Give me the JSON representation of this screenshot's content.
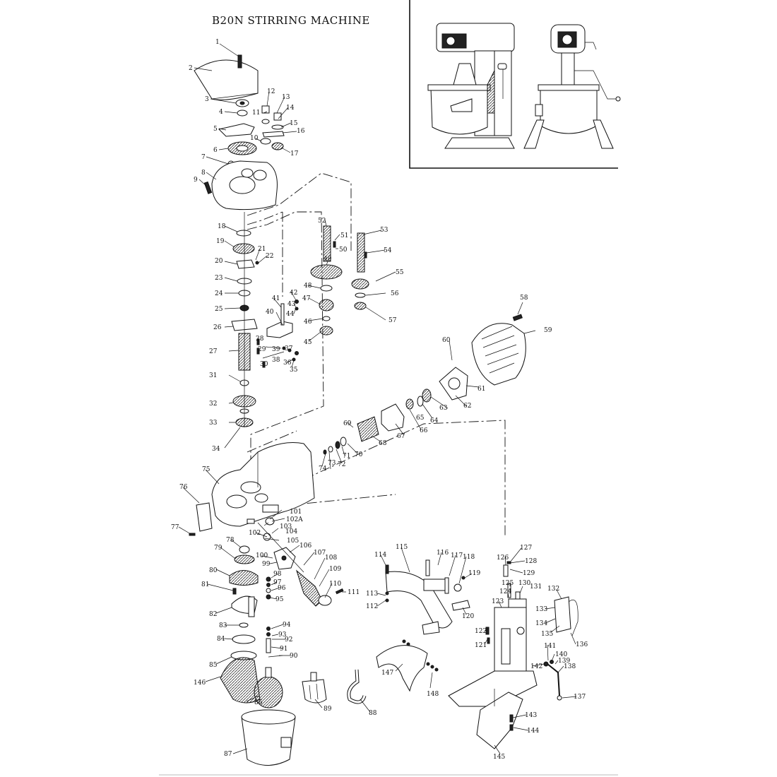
{
  "title": "B20N STIRRING MACHINE",
  "labels": [
    "1",
    "2",
    "3",
    "4",
    "5",
    "6",
    "7",
    "8",
    "9",
    "10",
    "11",
    "12",
    "13",
    "14",
    "15",
    "16",
    "17",
    "18",
    "19",
    "20",
    "21",
    "22",
    "23",
    "24",
    "25",
    "26",
    "27",
    "28",
    "29",
    "30",
    "31",
    "32",
    "33",
    "34",
    "35",
    "36",
    "37",
    "38",
    "39",
    "40",
    "41",
    "42",
    "43",
    "44",
    "45",
    "46",
    "47",
    "48",
    "49",
    "50",
    "51",
    "52",
    "53",
    "54",
    "55",
    "56",
    "57",
    "58",
    "59",
    "60",
    "61",
    "62",
    "63",
    "64",
    "65",
    "66",
    "67",
    "68",
    "69",
    "70",
    "71",
    "72",
    "73",
    "74",
    "75",
    "76",
    "77",
    "78",
    "79",
    "80",
    "81",
    "82",
    "83",
    "84",
    "85",
    "86",
    "87",
    "88",
    "89",
    "90",
    "91",
    "92",
    "93",
    "94",
    "95",
    "96",
    "97",
    "98",
    "99",
    "100",
    "101",
    "102A",
    "102",
    "103",
    "104",
    "105",
    "106",
    "107",
    "108",
    "109",
    "110",
    "111",
    "112",
    "113",
    "114",
    "115",
    "116",
    "117",
    "118",
    "119",
    "120",
    "121",
    "122",
    "123",
    "124",
    "125",
    "126",
    "127",
    "128",
    "129",
    "130",
    "131",
    "132",
    "133",
    "134",
    "135",
    "136",
    "137",
    "138",
    "139",
    "140",
    "141",
    "142",
    "143",
    "144",
    "145",
    "146",
    "147",
    "148"
  ]
}
